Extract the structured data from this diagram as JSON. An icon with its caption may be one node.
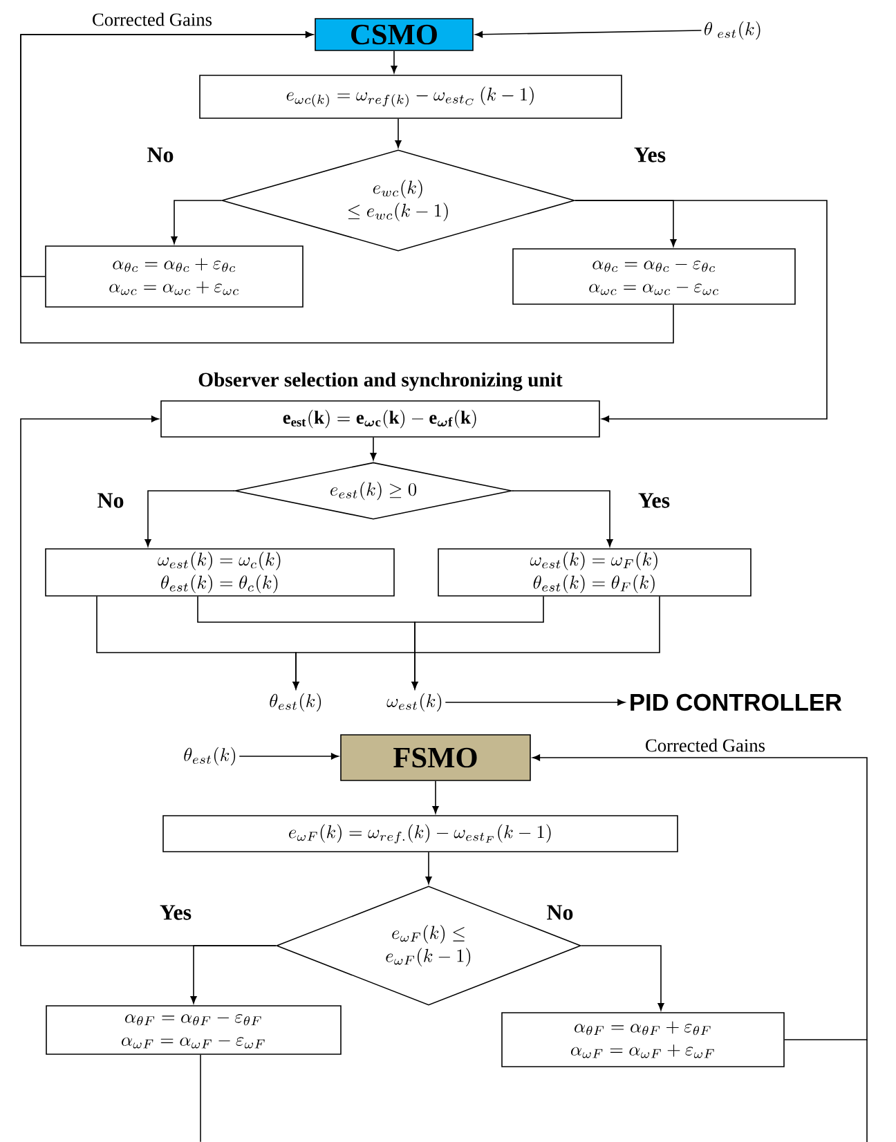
{
  "diagram": {
    "nodes": [
      {
        "text": [
          "CSMO"
        ]
      },
      {
        "text": [
          "\\theta_{\\ est}(k)"
        ]
      },
      {
        "text": [
          "e_{\\omega c(k)} = \\omega_{ref(k)} - \\omega_{est_{C}}\\,(k-1)"
        ]
      },
      {
        "text": [
          "e_{wc}(k)",
          "\\leq e_{wc}(k-1)"
        ]
      },
      {
        "text": [
          "\\alpha_{\\theta c} = \\alpha_{\\theta c} + \\varepsilon_{\\theta c}",
          "\\alpha_{\\omega c} = \\alpha_{\\omega c} + \\varepsilon_{\\omega c}"
        ]
      },
      {
        "text": [
          "\\alpha_{\\theta c} = \\alpha_{\\theta c} - \\varepsilon_{\\theta c}",
          "\\alpha_{\\omega c} = \\alpha_{\\omega c} - \\varepsilon_{\\omega c}"
        ]
      },
      {
        "text": [
          "Observer selection and synchronizing unit",
          "\\mathbf{e_{est}(k) = e_{\\boldsymbol{\\omega} c}(k) - e_{\\boldsymbol{\\omega} f}(k)}"
        ]
      },
      {
        "text": [
          "e_{est}(k) \\geq 0"
        ]
      },
      {
        "text": [
          "\\omega_{est}(k) = \\omega_{c}(k)",
          "\\theta_{est}(k) = \\theta_{c}(k)"
        ]
      },
      {
        "text": [
          "\\omega_{est}(k) = \\omega_{F}(k)",
          "\\theta_{est}(k) = \\theta_{F}(k)"
        ]
      },
      {
        "text": [
          "\\theta_{est}(k)"
        ]
      },
      {
        "text": [
          "\\omega_{est}(k)"
        ]
      },
      {
        "text": [
          "PID CONTROLLER"
        ]
      },
      {
        "text": [
          "\\theta_{est}(k)"
        ]
      },
      {
        "text": [
          "FSMO"
        ]
      },
      {
        "text": [
          "e_{\\omega F}(k) = \\omega_{ref.}(k) - \\omega_{est_{F}}(k-1)"
        ]
      },
      {
        "text": [
          "e_{\\omega F}(k) \\leq",
          "e_{\\omega F}(k-1)"
        ]
      },
      {
        "text": [
          "\\alpha_{\\theta F} = \\alpha_{\\theta F} - \\varepsilon_{\\theta F}",
          "\\alpha_{\\omega F} = \\alpha_{\\omega F} - \\varepsilon_{\\omega F}"
        ]
      },
      {
        "text": [
          "\\alpha_{\\theta F} = \\alpha_{\\theta F} + \\varepsilon_{\\theta F}",
          "\\alpha_{\\omega F} = \\alpha_{\\omega F} + \\varepsilon_{\\omega F}"
        ]
      }
    ],
    "edges": [
      {
        "from": 1,
        "to": 0,
        "arrow": "to"
      },
      {
        "from": 4,
        "to": 0,
        "arrow": "to",
        "label": "Corrected Gains"
      },
      {
        "from": 5,
        "to": 0,
        "arrow": "to"
      },
      {
        "from": 0,
        "to": 2,
        "arrow": "to"
      },
      {
        "from": 2,
        "to": 3,
        "arrow": "to"
      },
      {
        "from": 3,
        "to": 4,
        "arrow": "to",
        "label": "No"
      },
      {
        "from": 3,
        "to": 5,
        "arrow": "to",
        "label": "Yes"
      },
      {
        "from": 3,
        "to": 6,
        "arrow": "to"
      },
      {
        "from": 6,
        "to": 7,
        "arrow": "to"
      },
      {
        "from": 7,
        "to": 8,
        "arrow": "to",
        "label": "No"
      },
      {
        "from": 7,
        "to": 9,
        "arrow": "to",
        "label": "Yes"
      },
      {
        "from": 8,
        "to": 10,
        "arrow": "to"
      },
      {
        "from": 9,
        "to": 10,
        "arrow": "to"
      },
      {
        "from": 8,
        "to": 11,
        "arrow": "to"
      },
      {
        "from": 9,
        "to": 11,
        "arrow": "to"
      },
      {
        "from": 11,
        "to": 12,
        "arrow": "to"
      },
      {
        "from": 13,
        "to": 14,
        "arrow": "to"
      },
      {
        "from": 14,
        "to": 15,
        "arrow": "to"
      },
      {
        "from": 15,
        "to": 16,
        "arrow": "to"
      },
      {
        "from": 16,
        "to": 17,
        "arrow": "to",
        "label": "Yes"
      },
      {
        "from": 16,
        "to": 18,
        "arrow": "to",
        "label": "No"
      },
      {
        "from": 16,
        "to": 6,
        "arrow": "to"
      },
      {
        "from": 18,
        "to": 14,
        "arrow": "to",
        "label": "Corrected Gains"
      },
      {
        "from": 17,
        "to": null,
        "arrow": "none"
      }
    ]
  }
}
